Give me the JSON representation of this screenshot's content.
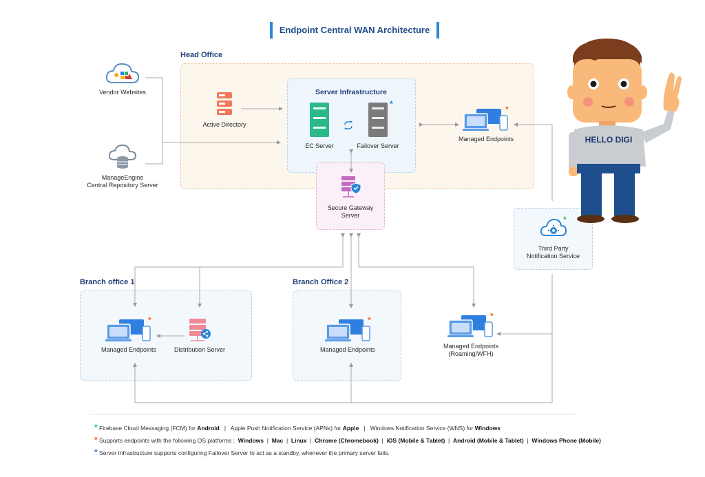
{
  "title": "Endpoint Central WAN Architecture",
  "head_office": {
    "label": "Head Office",
    "server_infra_label": "Server Infrastructure",
    "ec_server": "EC Server",
    "failover_server": "Failover Server",
    "active_directory": "Active Directory",
    "managed_endpoints": "Managed Endpoints"
  },
  "vendor_websites": "Vendor Websites",
  "central_repo": {
    "line1": "ManageEngine",
    "line2": "Central Repository Server"
  },
  "secure_gateway": {
    "line1": "Secure Gateway",
    "line2": "Server"
  },
  "third_party": {
    "line1": "Third Party",
    "line2": "Notification Service"
  },
  "branch1": {
    "label": "Branch office 1",
    "managed_endpoints": "Managed Endpoints",
    "distribution_server": "Distribution Server"
  },
  "branch2": {
    "label": "Branch Office 2",
    "managed_endpoints": "Managed Endpoints"
  },
  "roaming": {
    "line1": "Managed Endpoints",
    "line2": "(Roaming/WFH)"
  },
  "mascot_shirt": "HELLO DIGI",
  "legend": {
    "green": {
      "t1": "Firebase Cloud Messaging (FCM) for ",
      "b1": "Android",
      "t2": "   |   Apple Push Notification Service (APNs) for ",
      "b2": "Apple",
      "t3": "   |   Windows Notification Service (WNS) for ",
      "b3": "Windows"
    },
    "orange": {
      "t1": "Supports endpoints with the following OS platforms :  ",
      "b1": "Windows",
      "s1": "  |  ",
      "b2": "Mac",
      "s2": "  |  ",
      "b3": "Linux",
      "s3": "  |  ",
      "b4": "Chrome (Chromebook)",
      "s4": "  |  ",
      "b5": "iOS (Mobile & Tablet)",
      "s5": "  |  ",
      "b6": "Android (Mobile & Tablet)",
      "s6": "  |  ",
      "b7": "Windows Phone (Mobile)"
    },
    "blue": {
      "t1": "Server Infrastructure supports configuring Failover Server to act as a standby, whenever the primary server fails."
    }
  },
  "colors": {
    "green_star": "#2fbf71",
    "orange_star": "#f0682a",
    "blue_star": "#2e7fe0",
    "head_office_bg": "#fdf6ec",
    "server_bg": "#eef6fb",
    "gateway_bg": "#fbeff8",
    "branch_bg": "#f3f8fd"
  }
}
